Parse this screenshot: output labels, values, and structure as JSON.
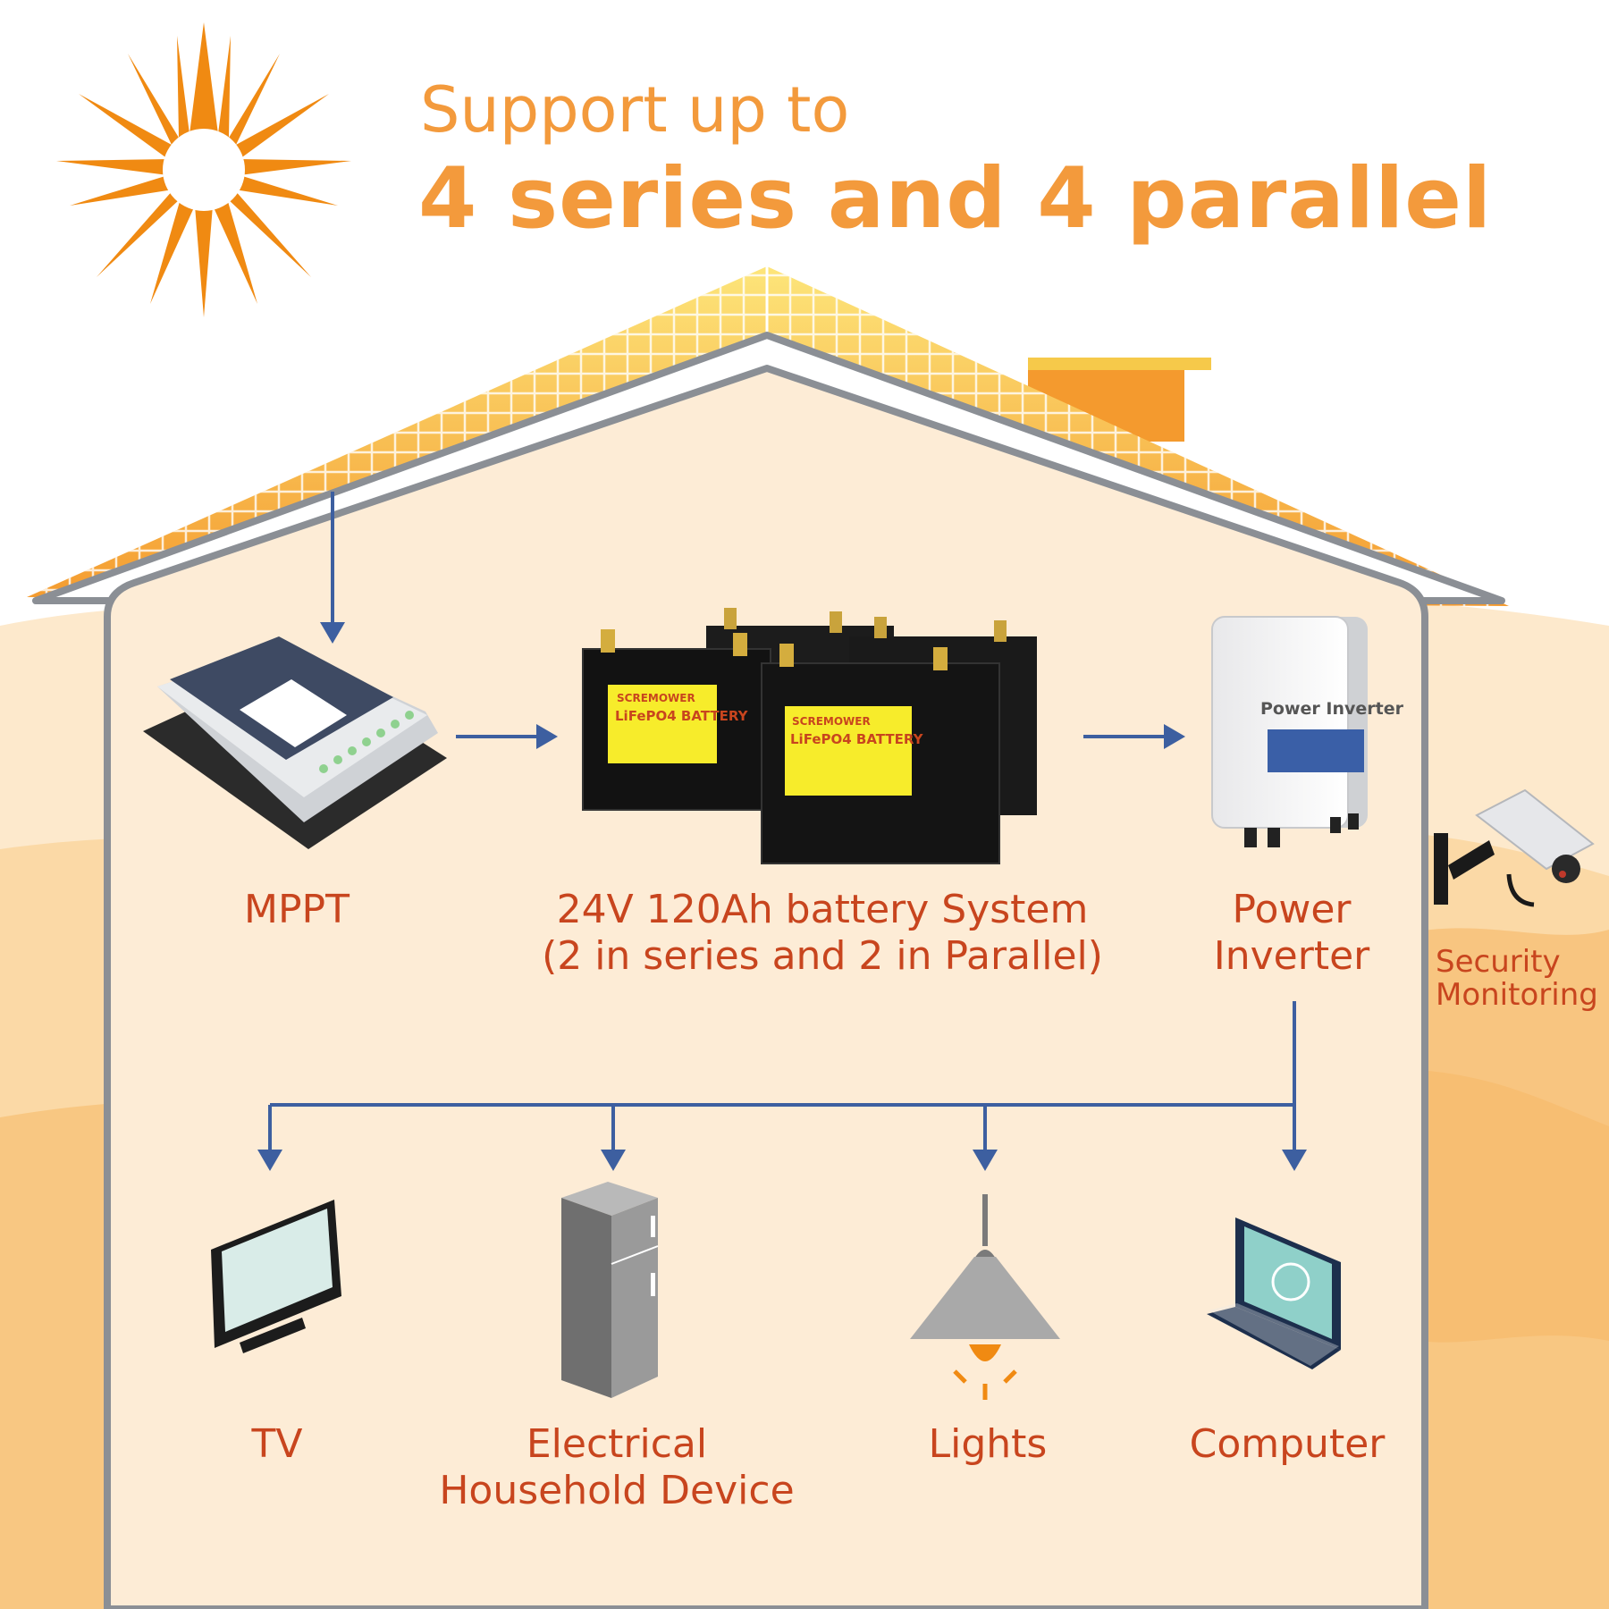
{
  "header": {
    "line1": "Support up to",
    "line2": "4 series and 4 parallel"
  },
  "components": {
    "mppt": "MPPT",
    "battery_line1": "24V 120Ah battery System",
    "battery_line2": "(2 in series and 2 in Parallel)",
    "inverter_line1": "Power",
    "inverter_line2": "Inverter",
    "inverter_device_text": "Power Inverter",
    "security_line1": "Security",
    "security_line2": "Monitoring",
    "battery_brand": "SCREMOWER",
    "battery_type": "LiFePO4 BATTERY"
  },
  "loads": {
    "tv": "TV",
    "device_line1": "Electrical",
    "device_line2": "Household Device",
    "lights": "Lights",
    "computer": "Computer"
  },
  "colors": {
    "accent_orange": "#f39a3c",
    "label_red": "#c8451e",
    "arrow_blue": "#3d5fa0",
    "house_fill": "#fdecd6"
  }
}
